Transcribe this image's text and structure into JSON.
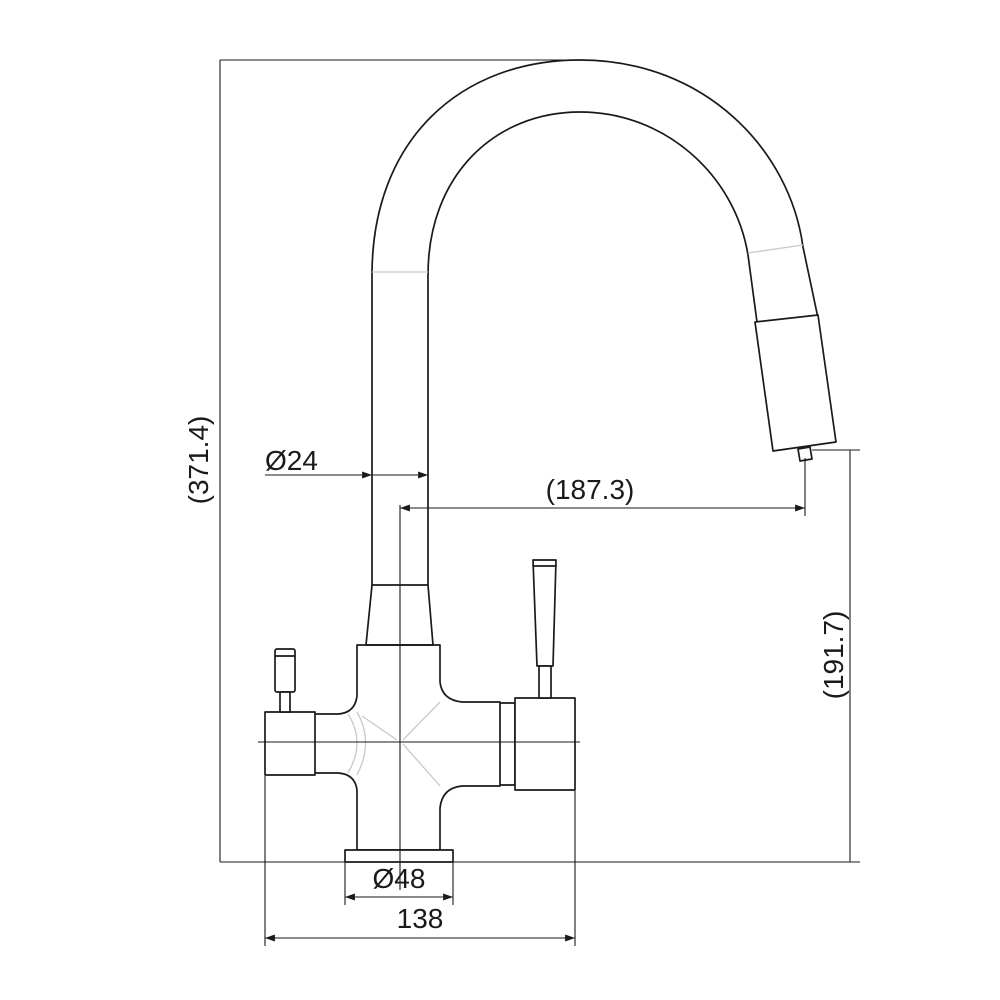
{
  "dimensions": {
    "overall_height": "(371.4)",
    "spout_diameter": "Ø24",
    "spout_reach": "(187.3)",
    "spout_height": "(191.7)",
    "base_diameter": "Ø48",
    "overall_width": "138"
  },
  "colors": {
    "line": "#1a1a1a",
    "joint": "#c9c9c9",
    "background": "#ffffff"
  }
}
